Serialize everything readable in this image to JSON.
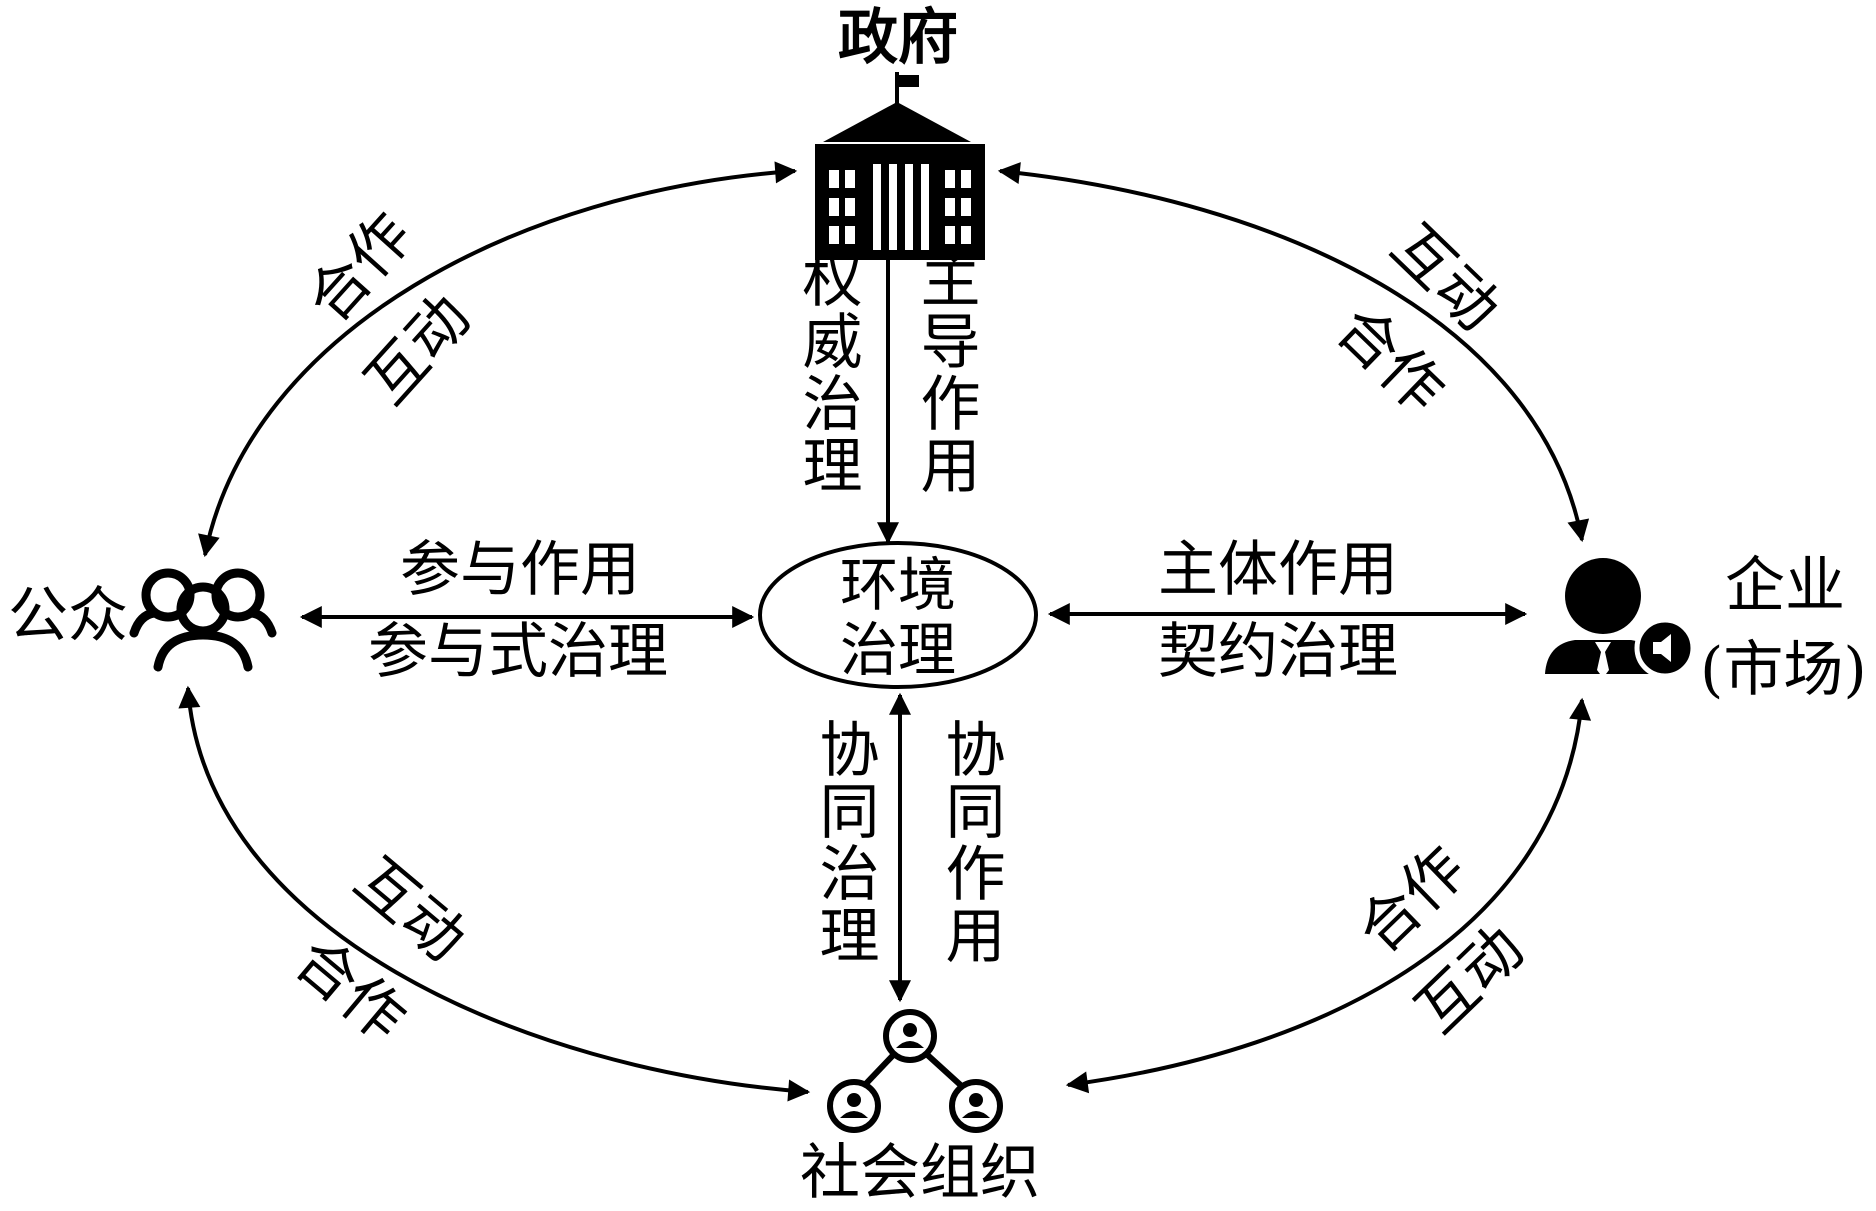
{
  "nodes": {
    "government": "政府",
    "public": "公众",
    "enterprise_line1": "企业",
    "enterprise_line2": "(市场)",
    "social_org": "社会组织",
    "center_line1": "环境",
    "center_line2": "治理"
  },
  "edges": {
    "gov_center_left": "权威治理",
    "gov_center_right": "主导作用",
    "public_center_top": "参与作用",
    "public_center_bottom": "参与式治理",
    "ent_center_top": "主体作用",
    "ent_center_bottom": "契约治理",
    "org_center_left": "协同治理",
    "org_center_right": "协同作用",
    "arc_top_left_a": "合作",
    "arc_top_left_b": "互动",
    "arc_top_right_a": "互动",
    "arc_top_right_b": "合作",
    "arc_bottom_left_a": "互动",
    "arc_bottom_left_b": "合作",
    "arc_bottom_right_a": "合作",
    "arc_bottom_right_b": "互动"
  },
  "icons": {
    "government": "government-building-icon",
    "public": "people-group-icon",
    "enterprise": "businessman-icon",
    "social_org": "network-of-people-icon"
  },
  "colors": {
    "ink": "#000000",
    "background": "#ffffff"
  }
}
